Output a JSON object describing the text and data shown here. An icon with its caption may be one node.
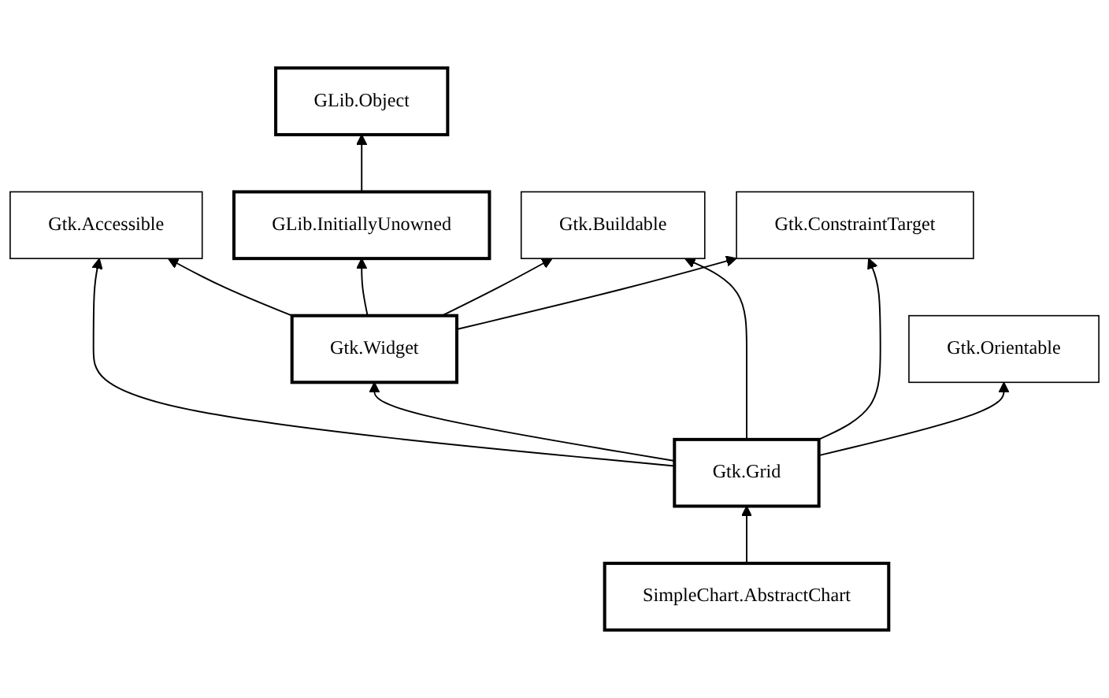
{
  "diagram": {
    "nodes": [
      {
        "text": [
          "GLib.Object"
        ]
      },
      {
        "text": [
          "Gtk.Accessible"
        ]
      },
      {
        "text": [
          "GLib.InitiallyUnowned"
        ]
      },
      {
        "text": [
          "Gtk.Buildable"
        ]
      },
      {
        "text": [
          "Gtk.ConstraintTarget"
        ]
      },
      {
        "text": [
          "Gtk.Widget"
        ]
      },
      {
        "text": [
          "Gtk.Orientable"
        ]
      },
      {
        "text": [
          "Gtk.Grid"
        ]
      },
      {
        "text": [
          "SimpleChart.AbstractChart"
        ]
      }
    ],
    "edges": [
      {
        "from": 2,
        "to": 0,
        "arrow": "to"
      },
      {
        "from": 5,
        "to": 1,
        "arrow": "to"
      },
      {
        "from": 5,
        "to": 2,
        "arrow": "to"
      },
      {
        "from": 5,
        "to": 3,
        "arrow": "to"
      },
      {
        "from": 5,
        "to": 4,
        "arrow": "to"
      },
      {
        "from": 7,
        "to": 1,
        "arrow": "to"
      },
      {
        "from": 7,
        "to": 5,
        "arrow": "to"
      },
      {
        "from": 7,
        "to": 3,
        "arrow": "to"
      },
      {
        "from": 7,
        "to": 4,
        "arrow": "to"
      },
      {
        "from": 7,
        "to": 6,
        "arrow": "to"
      },
      {
        "from": 8,
        "to": 7,
        "arrow": "to"
      }
    ]
  }
}
